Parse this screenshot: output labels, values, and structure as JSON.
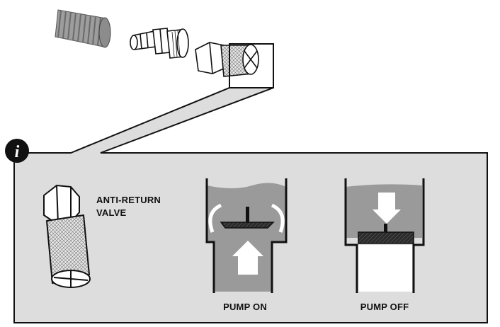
{
  "info_badge": {
    "glyph": "i",
    "icon": "info-icon"
  },
  "parts": {
    "hose": {
      "icon": "corrugated-hose-icon"
    },
    "hose_connector": {
      "icon": "hose-connector-icon"
    },
    "valve_fitting": {
      "icon": "check-valve-fitting-icon"
    }
  },
  "panel": {
    "valve_label_lines": [
      "ANTI-RETURN",
      "VALVE"
    ],
    "pump_on_label": "PUMP ON",
    "pump_off_label": "PUMP OFF"
  },
  "colors": {
    "panel_fill": "#dddddd",
    "water": "#9a9a9a",
    "disc": "#2b2b2b",
    "outline": "#111111"
  }
}
